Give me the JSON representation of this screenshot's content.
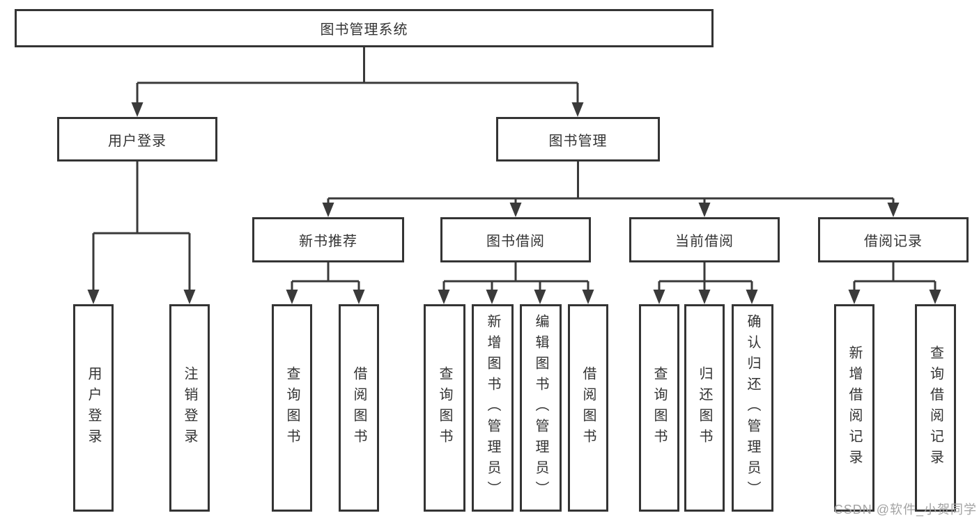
{
  "diagram_type": "tree",
  "tree": {
    "root": {
      "label": "图书管理系统",
      "children": [
        {
          "label": "用户登录",
          "children": [
            {
              "label": "用户登录"
            },
            {
              "label": "注销登录"
            }
          ]
        },
        {
          "label": "图书管理",
          "children": [
            {
              "label": "新书推荐",
              "children": [
                {
                  "label": "查询图书"
                },
                {
                  "label": "借阅图书"
                }
              ]
            },
            {
              "label": "图书借阅",
              "children": [
                {
                  "label": "查询图书"
                },
                {
                  "label": "新增图书（管理员）"
                },
                {
                  "label": "编辑图书（管理员）"
                },
                {
                  "label": "借阅图书"
                }
              ]
            },
            {
              "label": "当前借阅",
              "children": [
                {
                  "label": "查询图书"
                },
                {
                  "label": "归还图书"
                },
                {
                  "label": "确认归还（管理员）"
                }
              ]
            },
            {
              "label": "借阅记录",
              "children": [
                {
                  "label": "新增借阅记录"
                },
                {
                  "label": "查询借阅记录"
                }
              ]
            }
          ]
        }
      ]
    }
  },
  "watermark": {
    "text": "CSDN @软件_小贺同学"
  },
  "colors": {
    "line": "#3a3a3a",
    "box_border": "#343434",
    "text": "#333333",
    "box_background": "#ffffff",
    "page_background": "#ffffff",
    "watermark": "#a3a3a3"
  }
}
